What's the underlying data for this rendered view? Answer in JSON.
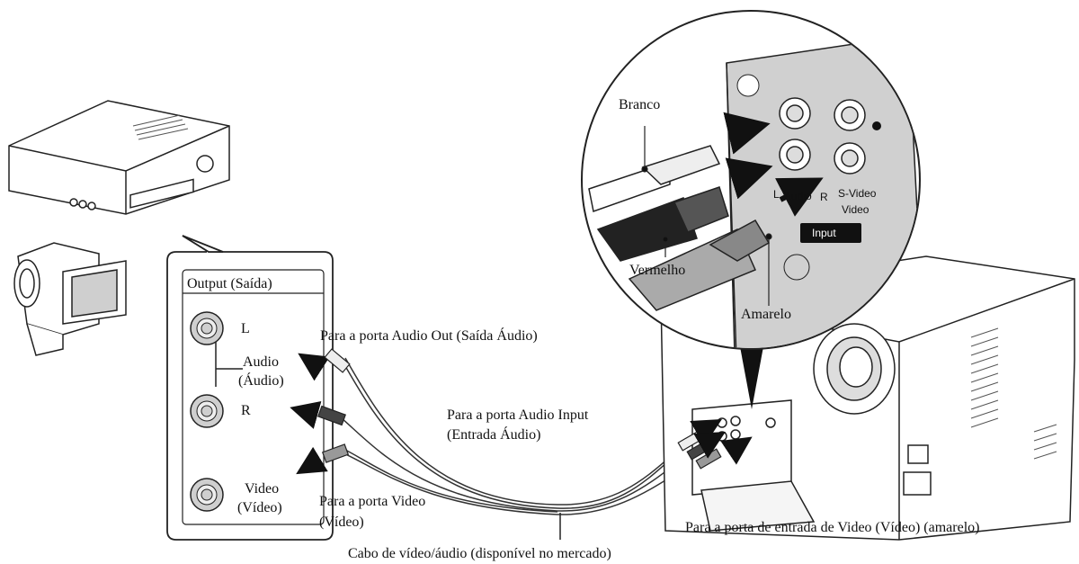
{
  "labels": {
    "output_title": "Output (Saída)",
    "port_l": "L",
    "audio": "Audio",
    "audio_pt": "(Áudio)",
    "port_r": "R",
    "video": "Video",
    "video_pt": "(Vídeo)",
    "to_audio_out": "Para a porta Audio Out (Saída Áudio)",
    "to_audio_input_1": "Para a porta Audio Input",
    "to_audio_input_2": "(Entrada Áudio)",
    "to_video_1": "Para a porta Video",
    "to_video_2": "(Vídeo)",
    "to_video_in": "Para a porta de entrada de Video (Vídeo) (amarelo)",
    "cable": "Cabo de vídeo/áudio (disponível no mercado)",
    "branco": "Branco",
    "vermelho": "Vermelho",
    "amarelo": "Amarelo",
    "inset_l": "L",
    "inset_audio": "Audio",
    "inset_r": "R",
    "inset_svideo": "S-Video",
    "inset_video": "Video",
    "inset_input": "Input"
  },
  "colors": {
    "line": "#222222",
    "panel_grey": "#c8c8c8",
    "cable_white": "#f2f2f2",
    "cable_dark": "#333333"
  }
}
